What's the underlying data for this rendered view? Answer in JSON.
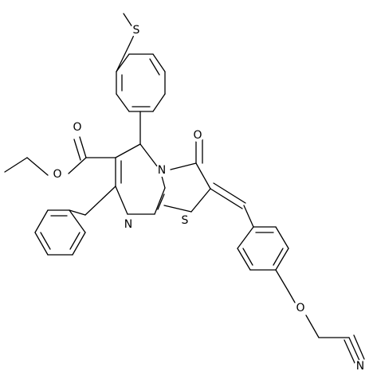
{
  "molecule": {
    "atom_labels": {
      "s_methylthio": "S",
      "o_ester_carbonyl": "O",
      "o_ester_alkoxy": "O",
      "n_ring_bridge": "N",
      "o_ketone": "O",
      "n_ring": "N",
      "s_ring": "S",
      "o_ether": "O",
      "n_nitrile": "N"
    }
  }
}
